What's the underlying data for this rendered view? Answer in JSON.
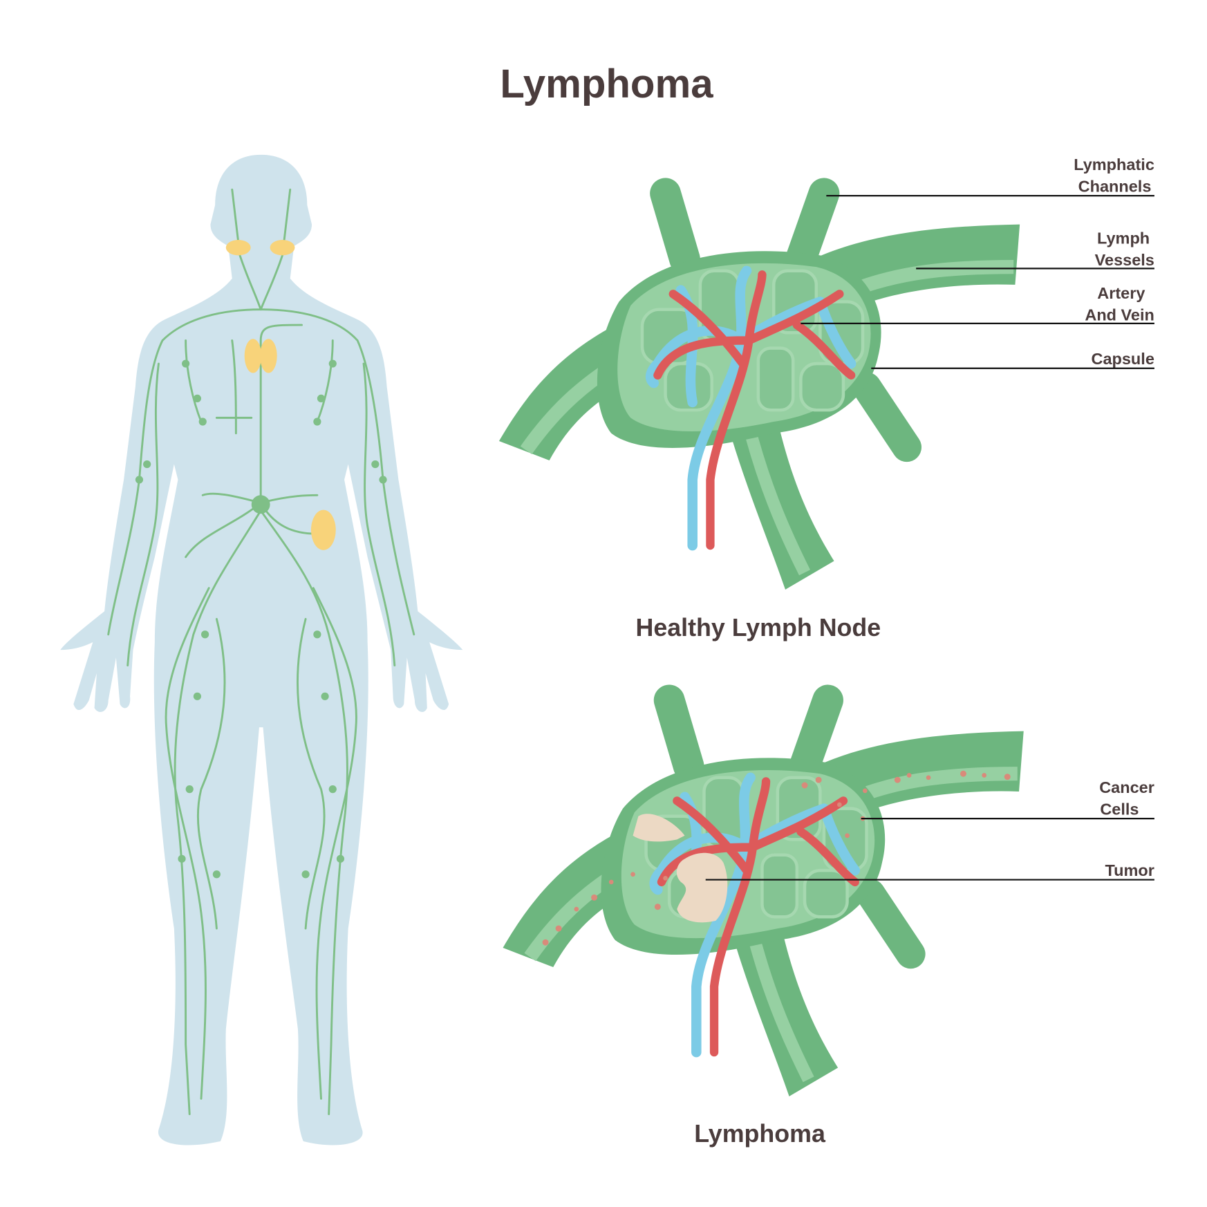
{
  "title": "Lymphoma",
  "healthy_node": {
    "caption": "Healthy Lymph Node",
    "labels": [
      {
        "line1": "Lymphatic",
        "line2": "Channels"
      },
      {
        "line1": "Lymph",
        "line2": "Vessels"
      },
      {
        "line1": "Artery",
        "line2": "And Vein"
      },
      {
        "line1": "Capsule",
        "line2": ""
      }
    ]
  },
  "lymphoma_node": {
    "caption": "Lymphoma",
    "labels": [
      {
        "line1": "Cancer",
        "line2": "Cells"
      },
      {
        "line1": "Tumor",
        "line2": ""
      }
    ]
  },
  "colors": {
    "body": "#cfe3ec",
    "lymph_green": "#7fbf87",
    "node_dark": "#6db67f",
    "node_light": "#96d0a2",
    "artery": "#dd5a5a",
    "vein": "#7ccbe6",
    "gland": "#f8d37a",
    "tumor": "#ecd9c4",
    "text": "#4a3c3c"
  }
}
